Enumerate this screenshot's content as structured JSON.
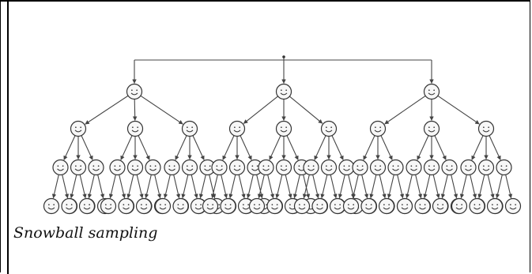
{
  "caption": "Snowball sampling",
  "diagram": {
    "type": "tree",
    "root": "seed",
    "branching": [
      3,
      3,
      3,
      2
    ],
    "icon": "smiley-face-icon",
    "colors": {
      "line": "#444444",
      "face_fill": "#f7f7f7",
      "face_stroke": "#333333"
    }
  }
}
